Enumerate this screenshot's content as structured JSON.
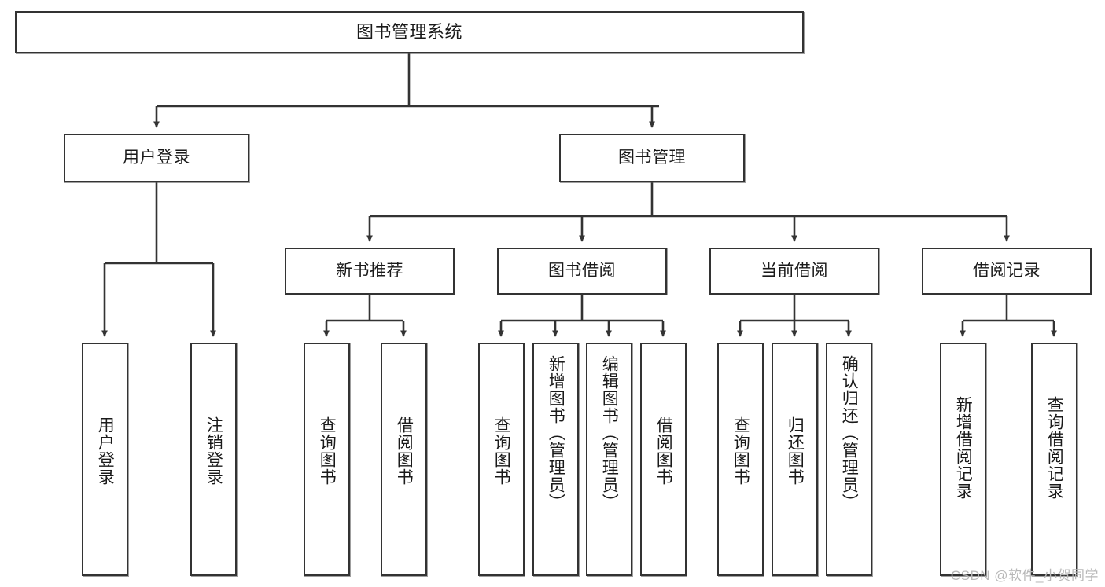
{
  "diagram": {
    "title": "图书管理系统",
    "type": "tree",
    "watermark": "CSDN @软件_小贺同学",
    "nodes": {
      "root": {
        "label": "图书管理系统"
      },
      "level2": [
        {
          "label": "用户登录"
        },
        {
          "label": "图书管理"
        }
      ],
      "level3": [
        {
          "label": "新书推荐"
        },
        {
          "label": "图书借阅"
        },
        {
          "label": "当前借阅"
        },
        {
          "label": "借阅记录"
        }
      ],
      "leaves": {
        "user_login": [
          {
            "label": "用户登录"
          },
          {
            "label": "注销登录"
          }
        ],
        "new_book": [
          {
            "label": "查询图书"
          },
          {
            "label": "借阅图书"
          }
        ],
        "book_borrow": [
          {
            "label": "查询图书"
          },
          {
            "label": "新增图书（管理员）"
          },
          {
            "label": "编辑图书（管理员）"
          },
          {
            "label": "借阅图书"
          }
        ],
        "current_borrow": [
          {
            "label": "查询图书"
          },
          {
            "label": "归还图书"
          },
          {
            "label": "确认归还（管理员）"
          }
        ],
        "borrow_record": [
          {
            "label": "新增借阅记录"
          },
          {
            "label": "查询借阅记录"
          }
        ]
      }
    },
    "colors": {
      "stroke": "#333333",
      "fill": "#ffffff",
      "text": "#1a1a1a",
      "watermark": "#b8b8b8"
    }
  }
}
